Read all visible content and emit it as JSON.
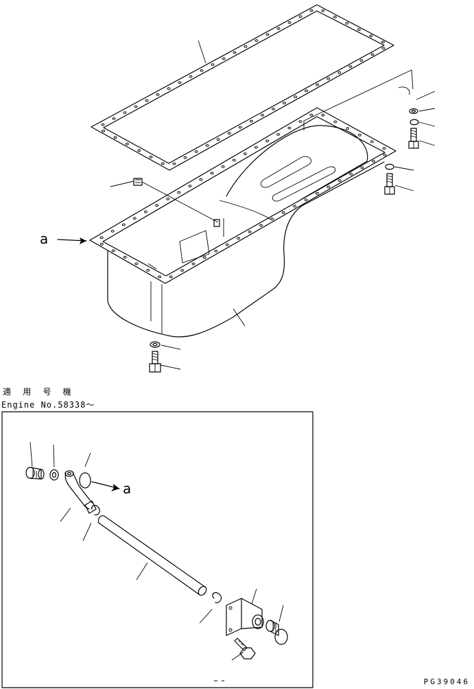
{
  "labels": {
    "applicable_title": "適 用 号 機",
    "engine_number": "Engine No.58338～",
    "callout_a_main": "a",
    "callout_a_detail": "a",
    "drawing_number": "PG39046"
  },
  "icons": [
    "bolt-icon",
    "washer-icon",
    "oil-pan-icon",
    "gasket-icon",
    "pipe-icon",
    "plug-icon"
  ]
}
